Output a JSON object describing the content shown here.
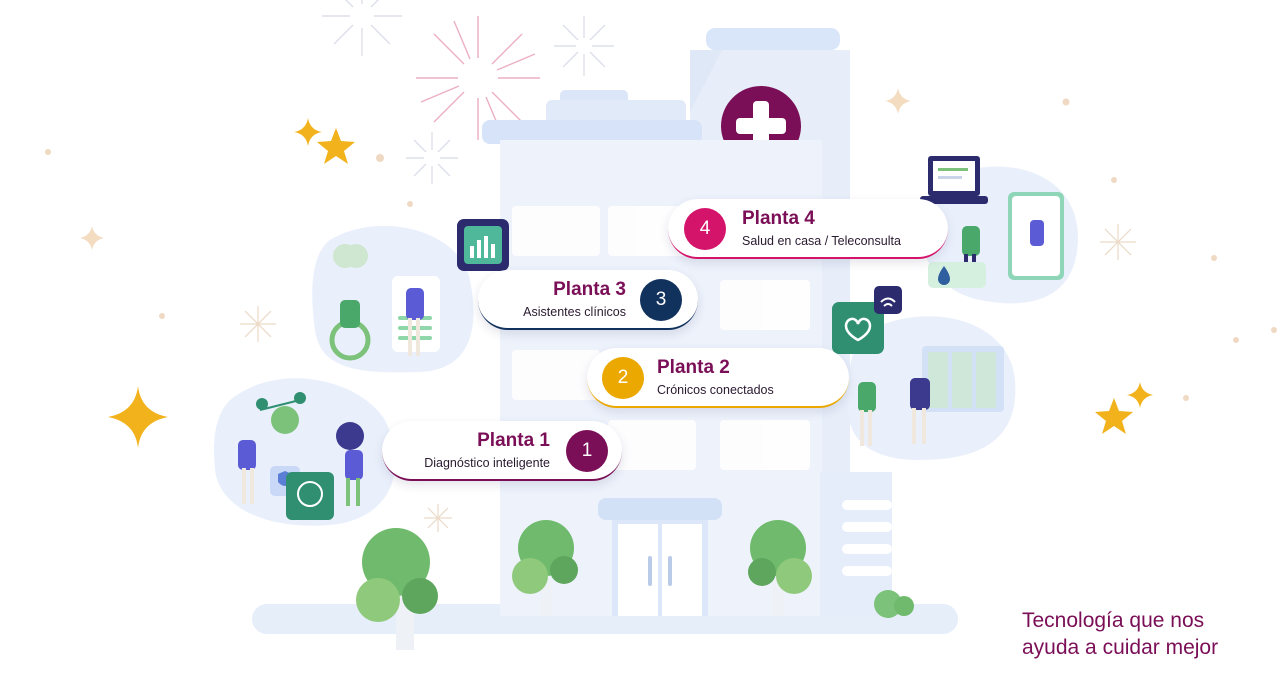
{
  "floors": [
    {
      "number": "1",
      "title": "Planta 1",
      "subtitle": "Diagnóstico inteligente"
    },
    {
      "number": "2",
      "title": "Planta 2",
      "subtitle": "Crónicos conectados"
    },
    {
      "number": "3",
      "title": "Planta 3",
      "subtitle": "Asistentes clínicos"
    },
    {
      "number": "4",
      "title": "Planta 4",
      "subtitle": "Salud en casa / Teleconsulta"
    }
  ],
  "tagline": {
    "line1": "Tecnología que nos",
    "line2": "ayuda a cuidar mejor"
  },
  "colors": {
    "brand": "#7a0f57",
    "floor1": "#7a0f57",
    "floor2": "#eaa800",
    "floor3": "#12325e",
    "floor4": "#d4146b",
    "building": "#e9f0fb",
    "accent_green": "#2f8f70",
    "star": "#f2b21b"
  },
  "icons": [
    "hospital-cross-icon",
    "star-icon",
    "firework-icon",
    "snowflake-icon",
    "heart-monitor-icon",
    "wifi-icon",
    "tablet-chart-icon",
    "brain-icon",
    "shield-check-icon",
    "water-drop-icon",
    "laptop-icon",
    "tree-icon"
  ]
}
